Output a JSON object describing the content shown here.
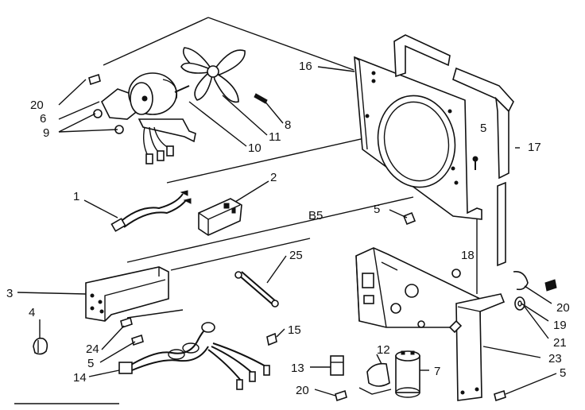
{
  "diagram": {
    "section_label": "B5",
    "callouts": [
      {
        "id": "c-20a",
        "text": "20"
      },
      {
        "id": "c-6",
        "text": "6"
      },
      {
        "id": "c-9",
        "text": "9"
      },
      {
        "id": "c-10",
        "text": "10"
      },
      {
        "id": "c-11",
        "text": "11"
      },
      {
        "id": "c-8",
        "text": "8"
      },
      {
        "id": "c-16",
        "text": "16"
      },
      {
        "id": "c-5a",
        "text": "5"
      },
      {
        "id": "c-17",
        "text": "17"
      },
      {
        "id": "c-1",
        "text": "1"
      },
      {
        "id": "c-2",
        "text": "2"
      },
      {
        "id": "c-5b",
        "text": "5"
      },
      {
        "id": "c-25",
        "text": "25"
      },
      {
        "id": "c-18",
        "text": "18"
      },
      {
        "id": "c-3",
        "text": "3"
      },
      {
        "id": "c-4",
        "text": "4"
      },
      {
        "id": "c-20b",
        "text": "20"
      },
      {
        "id": "c-19",
        "text": "19"
      },
      {
        "id": "c-21",
        "text": "21"
      },
      {
        "id": "c-24",
        "text": "24"
      },
      {
        "id": "c-5c",
        "text": "5"
      },
      {
        "id": "c-15",
        "text": "15"
      },
      {
        "id": "c-23",
        "text": "23"
      },
      {
        "id": "c-12",
        "text": "12"
      },
      {
        "id": "c-13",
        "text": "13"
      },
      {
        "id": "c-7",
        "text": "7"
      },
      {
        "id": "c-14",
        "text": "14"
      },
      {
        "id": "c-5d",
        "text": "5"
      },
      {
        "id": "c-20c",
        "text": "20"
      }
    ]
  }
}
